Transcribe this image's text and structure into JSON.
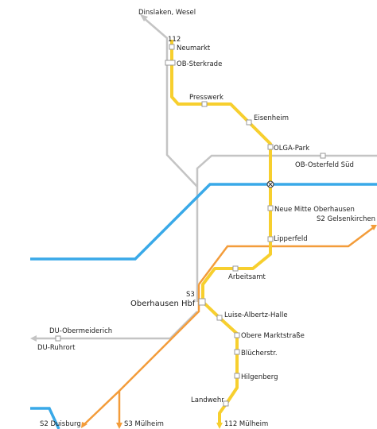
{
  "colors": {
    "tram": "#f7cf2e",
    "sbahn": "#f39c3a",
    "blue": "#39a9e8",
    "grey": "#c4c4c4"
  },
  "labels": {
    "dinslaken": "Dinslaken, Wesel",
    "line112_top": "112",
    "neumarkt": "Neumarkt",
    "ob_sterkrade": "OB-Sterkrade",
    "presswerk": "Presswerk",
    "eisenheim": "Eisenheim",
    "olga_park": "OLGA-Park",
    "ob_osterfeld_sued": "OB-Osterfeld Süd",
    "neue_mitte": "Neue Mitte Oberhausen",
    "s2_gelsenkirchen": "S2  Gelsenkirchen",
    "lipperfeld": "Lipperfeld",
    "arbeitsamt": "Arbeitsamt",
    "s3_label": "S3",
    "oberhausen_hbf": "Oberhausen Hbf",
    "luise_albertz": "Luise-Albertz-Halle",
    "du_obermeiderich": "DU-Obermeiderich",
    "obere_marktstrasse": "Obere Marktstraße",
    "du_ruhrort": "DU-Ruhrort",
    "bluecherstr": "Blücherstr.",
    "hilgenberg": "Hilgenberg",
    "landwehr": "Landwehr",
    "s2_duisburg": "S2  Duisburg",
    "s3_muelheim": "S3 Mülheim",
    "t112_muelheim": "112  Mülheim"
  }
}
